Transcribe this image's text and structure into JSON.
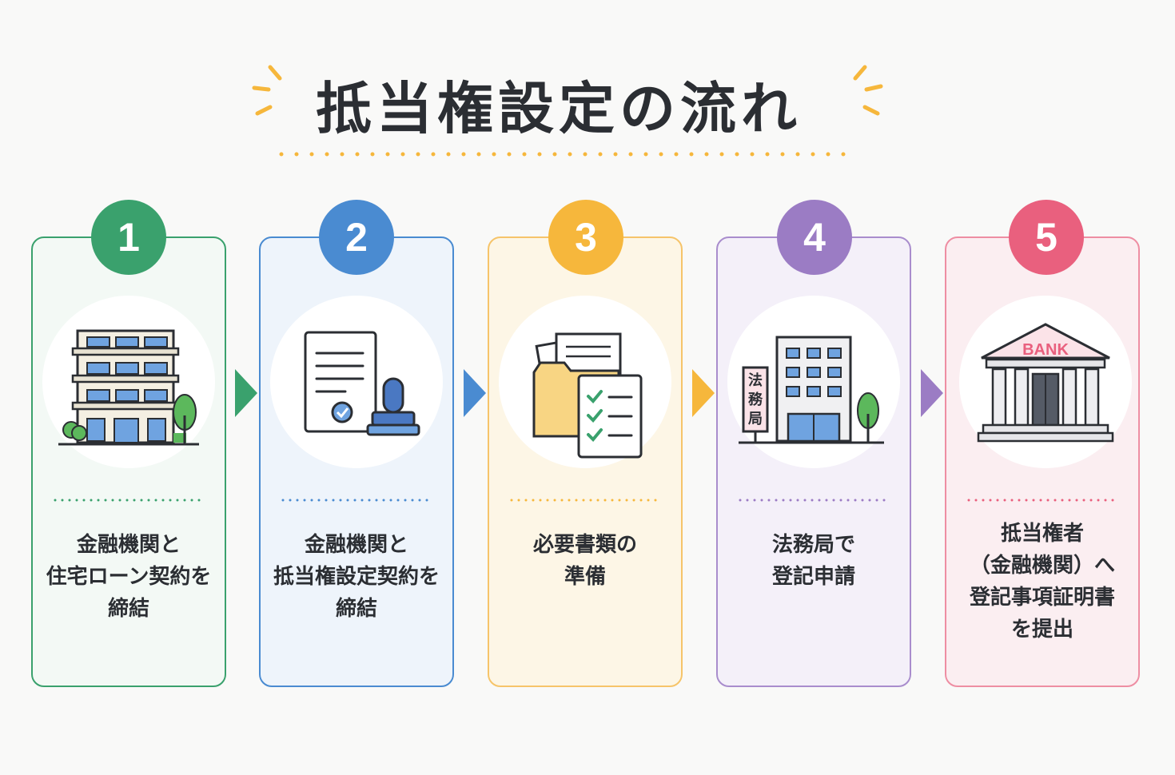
{
  "title": "抵当権設定の流れ",
  "accent_color": "#f6b73c",
  "steps": [
    {
      "number": "1",
      "color": "#3aa16d",
      "bg": "#f3f9f5",
      "icon": "apartment-building-icon",
      "lines": [
        "金融機関と",
        "住宅ローン契約を",
        "締結"
      ]
    },
    {
      "number": "2",
      "color": "#4a8bd1",
      "bg": "#eef4fb",
      "icon": "contract-stamp-icon",
      "lines": [
        "金融機関と",
        "抵当権設定契約を",
        "締結"
      ]
    },
    {
      "number": "3",
      "color": "#f6b73c",
      "bg": "#fdf6e6",
      "icon": "document-folder-checklist-icon",
      "lines": [
        "必要書類の",
        "準備"
      ]
    },
    {
      "number": "4",
      "color": "#9b7cc4",
      "bg": "#f4f0f9",
      "icon": "legal-affairs-bureau-icon",
      "sign_text": [
        "法",
        "務",
        "局"
      ],
      "lines": [
        "法務局で",
        "登記申請"
      ]
    },
    {
      "number": "5",
      "color": "#e9607e",
      "bg": "#fbeef1",
      "icon": "bank-building-icon",
      "sign_text": "BANK",
      "lines": [
        "抵当権者",
        "（金融機関）へ",
        "登記事項証明書",
        "を提出"
      ]
    }
  ]
}
